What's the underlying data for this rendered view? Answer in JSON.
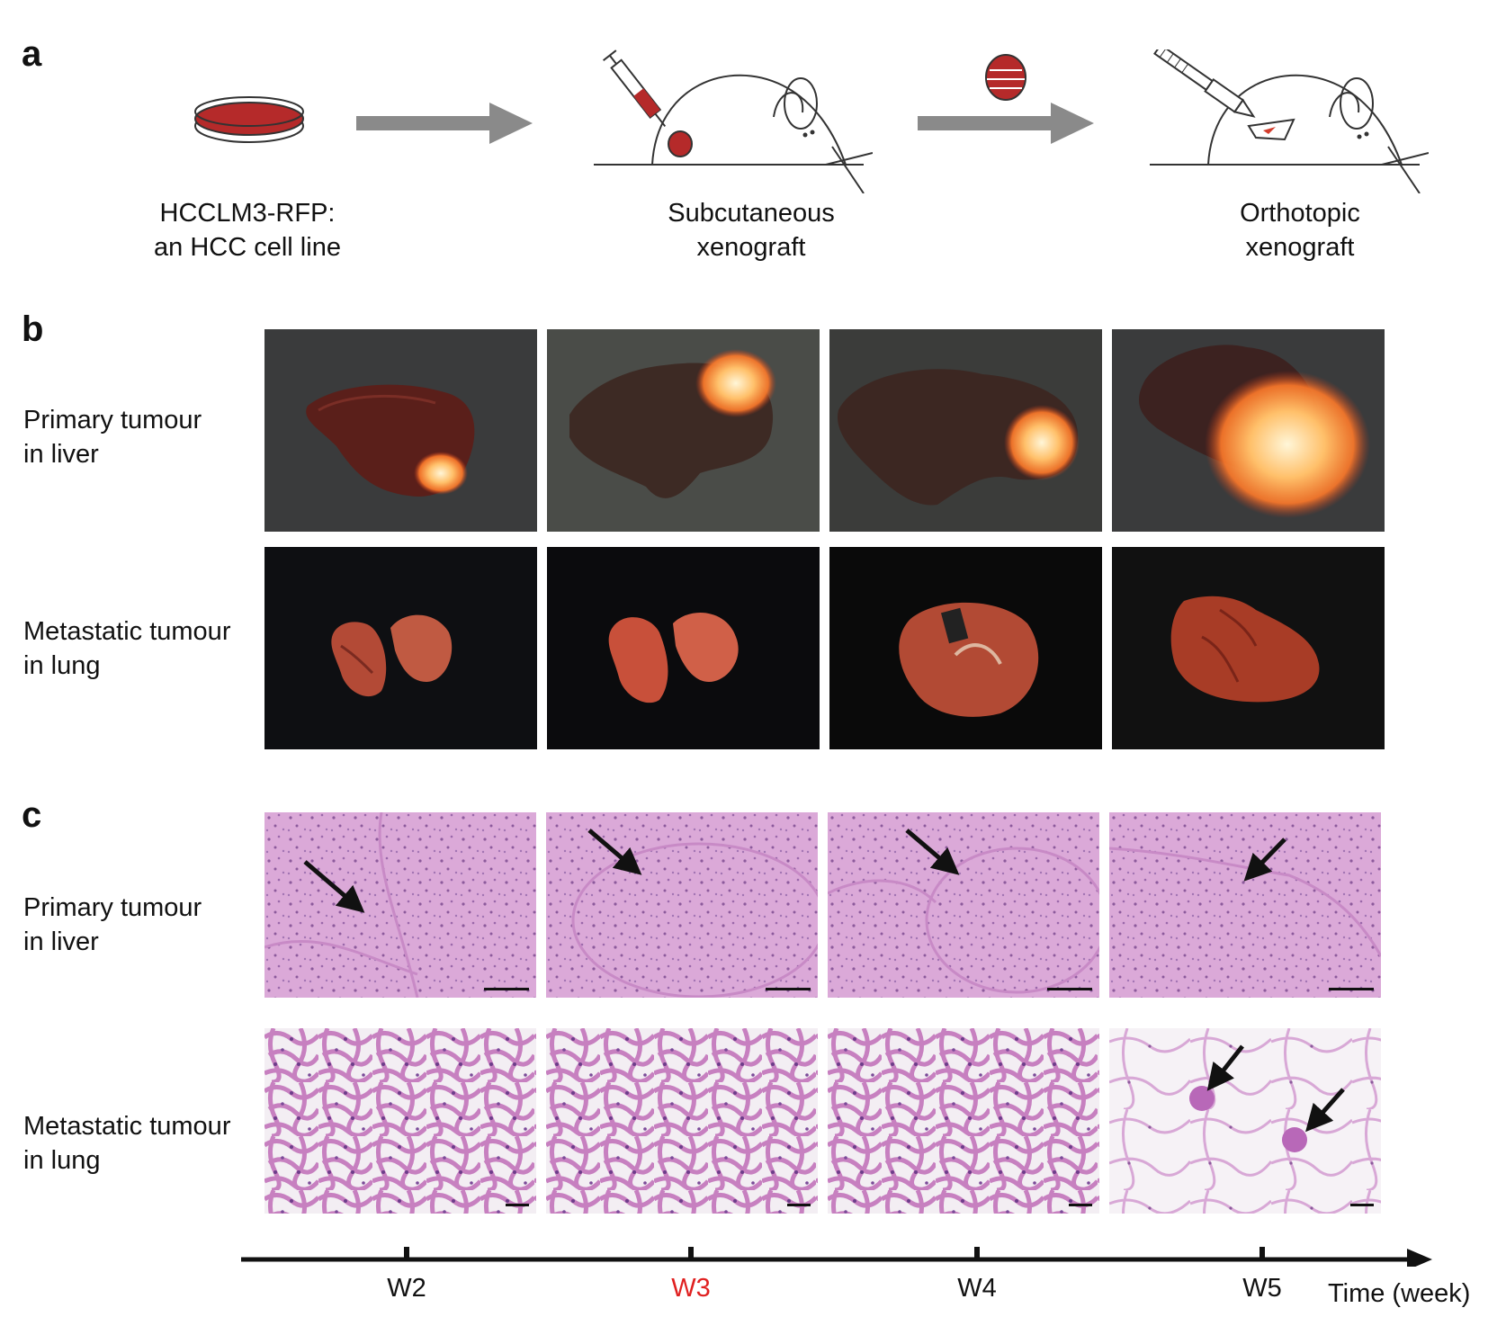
{
  "panel_a": {
    "letter": "a",
    "captions": [
      {
        "line1": "HCCLM3-RFP:",
        "line2": "an HCC cell line"
      },
      {
        "line1": "Subcutaneous",
        "line2": "xenograft"
      },
      {
        "line1": "Orthotopic",
        "line2": "xenograft"
      }
    ]
  },
  "panel_b": {
    "letter": "b",
    "rows": [
      {
        "line1": "Primary tumour",
        "line2": "in liver"
      },
      {
        "line1": "Metastatic tumour",
        "line2": "in lung"
      }
    ]
  },
  "panel_c": {
    "letter": "c",
    "rows": [
      {
        "line1": "Primary tumour",
        "line2": "in liver"
      },
      {
        "line1": "Metastatic tumour",
        "line2": "in lung"
      }
    ]
  },
  "timeline": {
    "ticks": [
      {
        "label": "W2",
        "color": "#111111"
      },
      {
        "label": "W3",
        "color": "#e02020"
      },
      {
        "label": "W4",
        "color": "#111111"
      },
      {
        "label": "W5",
        "color": "#111111"
      }
    ],
    "axis_label": "Time (week)"
  },
  "colors": {
    "tumour_red": "#b52a2a",
    "arrow_gray": "#8a8a8a",
    "he_stain": "#d9a6d6"
  }
}
